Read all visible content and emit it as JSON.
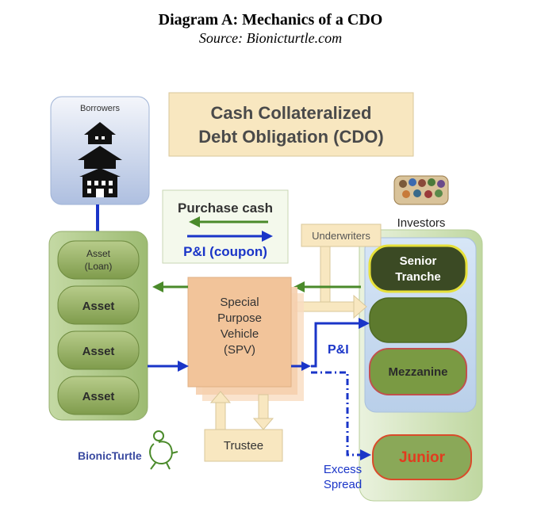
{
  "caption": {
    "title": "Diagram A: Mechanics of a CDO",
    "source": "Source: Bionicturtle.com"
  },
  "diagram": {
    "title_line1": "Cash Collateralized",
    "title_line2": "Debt Obligation (CDO)",
    "borrowers_label": "Borrowers",
    "assets": [
      "Asset",
      "Asset",
      "Asset"
    ],
    "asset_loan_line1": "Asset",
    "asset_loan_line2": "(Loan)",
    "legend": {
      "purchase_cash": "Purchase cash",
      "pi_coupon": "P&I (coupon)"
    },
    "spv": {
      "line1": "Special",
      "line2": "Purpose",
      "line3": "Vehicle",
      "line4": "(SPV)"
    },
    "underwriters": "Underwriters",
    "investors": "Investors",
    "pi_label": "P&I",
    "tranches": {
      "senior_line1": "Senior",
      "senior_line2": "Tranche",
      "mezzanine": "Mezzanine",
      "junior": "Junior"
    },
    "trustee": "Trustee",
    "excess_spread_line1": "Excess",
    "excess_spread_line2": "Spread",
    "logo_text": "BionicTurtle"
  },
  "colors": {
    "green_arrow": "#4a8a2a",
    "blue_arrow": "#1a35c8",
    "senior_outline": "#e6e03a",
    "junior_text": "#e23b1e",
    "tan_box": "#f8e7c0",
    "spv_fill": "#f2c49a"
  }
}
